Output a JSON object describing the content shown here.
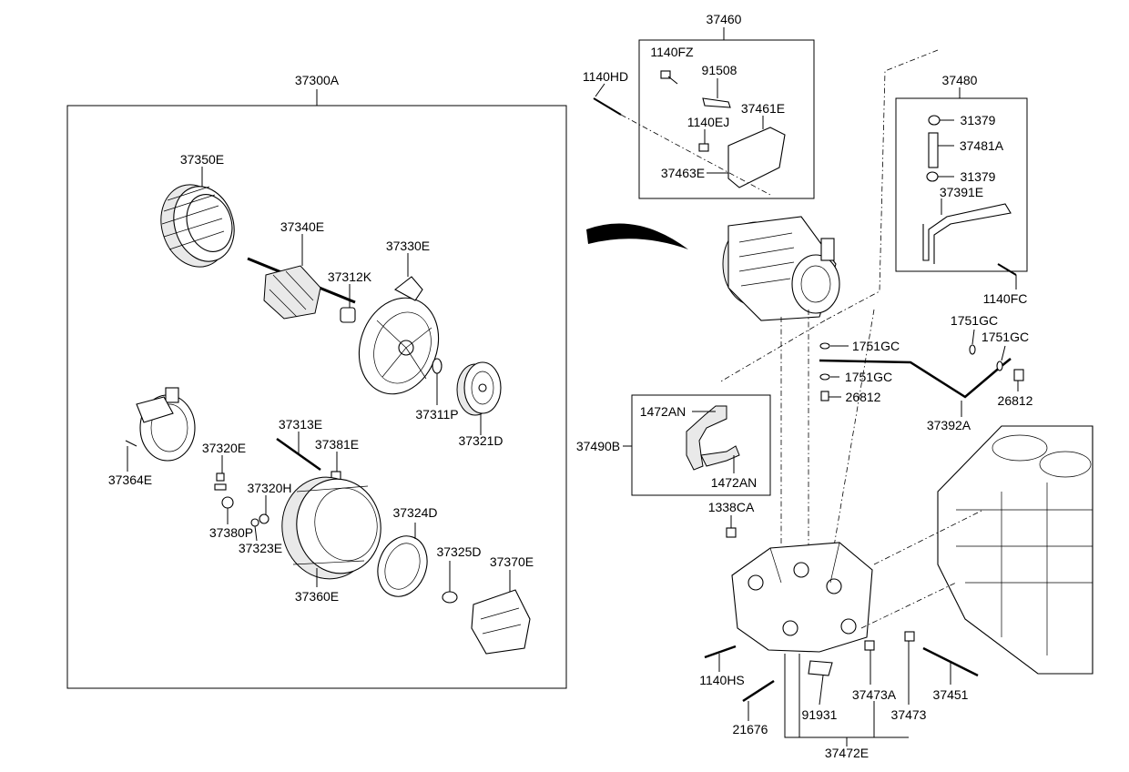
{
  "labels": {
    "group_alternator": "37300A",
    "part_37350E": "37350E",
    "part_37340E": "37340E",
    "part_37312K": "37312K",
    "part_37330E": "37330E",
    "part_37311P": "37311P",
    "part_37321D": "37321D",
    "part_37364E": "37364E",
    "part_37320E": "37320E",
    "part_37313E": "37313E",
    "part_37381E": "37381E",
    "part_37320H": "37320H",
    "part_37380P": "37380P",
    "part_37323E": "37323E",
    "part_37324D": "37324D",
    "part_37325D": "37325D",
    "part_37370E": "37370E",
    "part_37360E": "37360E",
    "group_37460": "37460",
    "part_1140FZ": "1140FZ",
    "part_91508": "91508",
    "part_1140HD": "1140HD",
    "part_37461E": "37461E",
    "part_1140EJ": "1140EJ",
    "part_37463E": "37463E",
    "group_37480": "37480",
    "part_31379_a": "31379",
    "part_37481A": "37481A",
    "part_31379_b": "31379",
    "part_37391E": "37391E",
    "part_1140FC": "1140FC",
    "part_1751GC_a": "1751GC",
    "part_1751GC_b": "1751GC",
    "part_1751GC_c": "1751GC",
    "part_1751GC_d": "1751GC",
    "part_26812_a": "26812",
    "part_26812_b": "26812",
    "part_37392A": "37392A",
    "part_1472AN_a": "1472AN",
    "part_1472AN_b": "1472AN",
    "group_37490B": "37490B",
    "part_1338CA": "1338CA",
    "part_1140HS": "1140HS",
    "part_21676": "21676",
    "part_91931": "91931",
    "part_37473A": "37473A",
    "part_37473": "37473",
    "part_37451": "37451",
    "group_37472E": "37472E"
  }
}
